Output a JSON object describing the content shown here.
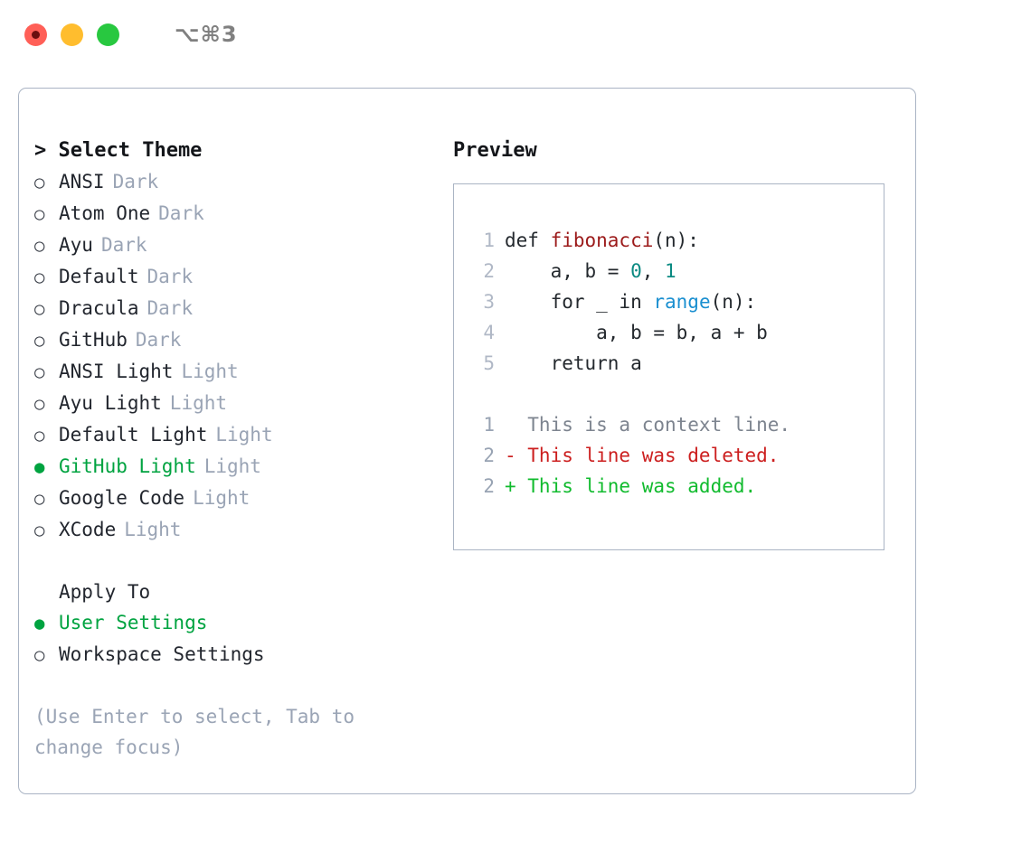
{
  "window": {
    "shortcut": "⌥⌘3",
    "traffic_lights": [
      {
        "name": "close-button",
        "color": "#FF5F57",
        "recording": true
      },
      {
        "name": "minimize-button",
        "color": "#FFBD2E",
        "recording": false
      },
      {
        "name": "maximize-button",
        "color": "#28C840",
        "recording": false
      }
    ]
  },
  "theme_picker": {
    "header": "> Select Theme",
    "selected_marker": "●",
    "unselected_marker": "○",
    "items": [
      {
        "label": "ANSI",
        "variant": "Dark",
        "selected": false
      },
      {
        "label": "Atom One",
        "variant": "Dark",
        "selected": false
      },
      {
        "label": "Ayu",
        "variant": "Dark",
        "selected": false
      },
      {
        "label": "Default",
        "variant": "Dark",
        "selected": false
      },
      {
        "label": "Dracula",
        "variant": "Dark",
        "selected": false
      },
      {
        "label": "GitHub",
        "variant": "Dark",
        "selected": false
      },
      {
        "label": "ANSI Light",
        "variant": "Light",
        "selected": false
      },
      {
        "label": "Ayu Light",
        "variant": "Light",
        "selected": false
      },
      {
        "label": "Default Light",
        "variant": "Light",
        "selected": false
      },
      {
        "label": "GitHub Light",
        "variant": "Light",
        "selected": true
      },
      {
        "label": "Google Code",
        "variant": "Light",
        "selected": false
      },
      {
        "label": "XCode",
        "variant": "Light",
        "selected": false
      }
    ]
  },
  "apply_to": {
    "title": "Apply To",
    "items": [
      {
        "label": "User Settings",
        "selected": true
      },
      {
        "label": "Workspace Settings",
        "selected": false
      }
    ]
  },
  "hint": "(Use Enter to select, Tab to change focus)",
  "preview": {
    "title": "Preview",
    "code_lines": [
      {
        "no": "1",
        "tokens": [
          {
            "t": "def ",
            "c": "plain"
          },
          {
            "t": "fibonacci",
            "c": "fn"
          },
          {
            "t": "(n):",
            "c": "plain"
          }
        ]
      },
      {
        "no": "2",
        "tokens": [
          {
            "t": "    a, b = ",
            "c": "plain"
          },
          {
            "t": "0",
            "c": "num"
          },
          {
            "t": ", ",
            "c": "plain"
          },
          {
            "t": "1",
            "c": "num"
          }
        ]
      },
      {
        "no": "3",
        "tokens": [
          {
            "t": "    for _ in ",
            "c": "plain"
          },
          {
            "t": "range",
            "c": "call"
          },
          {
            "t": "(n):",
            "c": "plain"
          }
        ]
      },
      {
        "no": "4",
        "tokens": [
          {
            "t": "        a, b = b, a + b",
            "c": "plain"
          }
        ]
      },
      {
        "no": "5",
        "tokens": [
          {
            "t": "    return a",
            "c": "plain"
          }
        ]
      }
    ],
    "diff_lines": [
      {
        "no": "1",
        "text": "  This is a context line.",
        "kind": "context"
      },
      {
        "no": "2",
        "text": "- This line was deleted.",
        "kind": "deleted"
      },
      {
        "no": "2",
        "text": "+ This line was added.",
        "kind": "added"
      }
    ]
  },
  "colors": {
    "accent_green": "#00a340",
    "muted": "#9aa4b5",
    "border": "#aab4c4",
    "fn_red": "#9c1b1b",
    "num_teal": "#0b8a82",
    "call_blue": "#1a8fd0",
    "diff_del": "#cc1f1f",
    "diff_add": "#11bb2e"
  }
}
